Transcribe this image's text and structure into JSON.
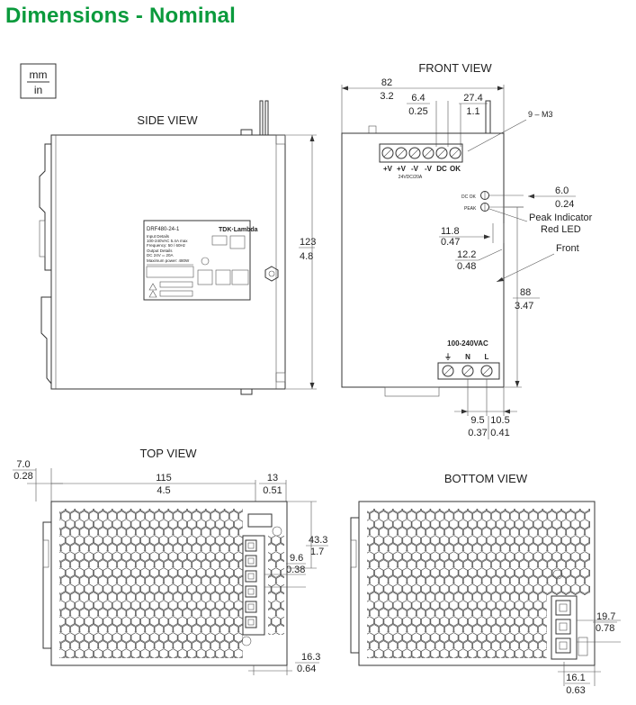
{
  "title": "Dimensions - Nominal",
  "units_legend": {
    "top": "mm",
    "bottom": "in"
  },
  "views": {
    "front": "FRONT VIEW",
    "side": "SIDE VIEW",
    "top": "TOP VIEW",
    "bottom": "BOTTOM VIEW"
  },
  "dimensions": {
    "front_width": {
      "mm": "82",
      "in": "3.2"
    },
    "front_6_4": {
      "mm": "6.4",
      "in": "0.25"
    },
    "front_27_4": {
      "mm": "27.4",
      "in": "1.1"
    },
    "screw": "9 – M3",
    "led_6_0": {
      "mm": "6.0",
      "in": "0.24"
    },
    "led_11_8": {
      "mm": "11.8",
      "in": "0.47"
    },
    "led_12_2": {
      "mm": "12.2",
      "in": "0.48"
    },
    "front_88": {
      "mm": "88",
      "in": "3.47"
    },
    "side_height": {
      "mm": "123",
      "in": "4.8"
    },
    "bottom_9_5": {
      "mm": "9.5",
      "in": "0.37"
    },
    "bottom_10_5": {
      "mm": "10.5",
      "in": "0.41"
    },
    "top_7_0": {
      "mm": "7.0",
      "in": "0.28"
    },
    "top_115": {
      "mm": "115",
      "in": "4.5"
    },
    "top_13": {
      "mm": "13",
      "in": "0.51"
    },
    "top_43_3": {
      "mm": "43.3",
      "in": "1.7"
    },
    "top_9_6": {
      "mm": "9.6",
      "in": "0.38"
    },
    "top_16_3": {
      "mm": "16.3",
      "in": "0.64"
    },
    "bot_19_7": {
      "mm": "19.7",
      "in": "0.78"
    },
    "bot_16_1": {
      "mm": "16.1",
      "in": "0.63"
    }
  },
  "callouts": {
    "peak_indicator": "Peak Indicator",
    "red_led": "Red LED",
    "front": "Front"
  },
  "front_labels": {
    "terminals": [
      "+V",
      "+V",
      "-V",
      "-V",
      "DC",
      "OK"
    ],
    "rating": "24VDC/20A",
    "dc_ok": "DC OK",
    "peak": "PEAK",
    "input": "100-240VAC",
    "input_terminals": [
      "⏚",
      "N",
      "L"
    ]
  },
  "label_plate": {
    "model": "DRF480-24-1",
    "brand": "TDK·Lambda",
    "line1": "Input Details",
    "line2": "100-240VAC 5.4A max",
    "line3": "Frequency: 50 / 60Hz",
    "line4": "Output Details",
    "line5": "DC 24V ═ 20A",
    "line6": "Maximum power: 480W"
  },
  "colors": {
    "title_green": "#0a9a3c",
    "line": "#333333"
  }
}
